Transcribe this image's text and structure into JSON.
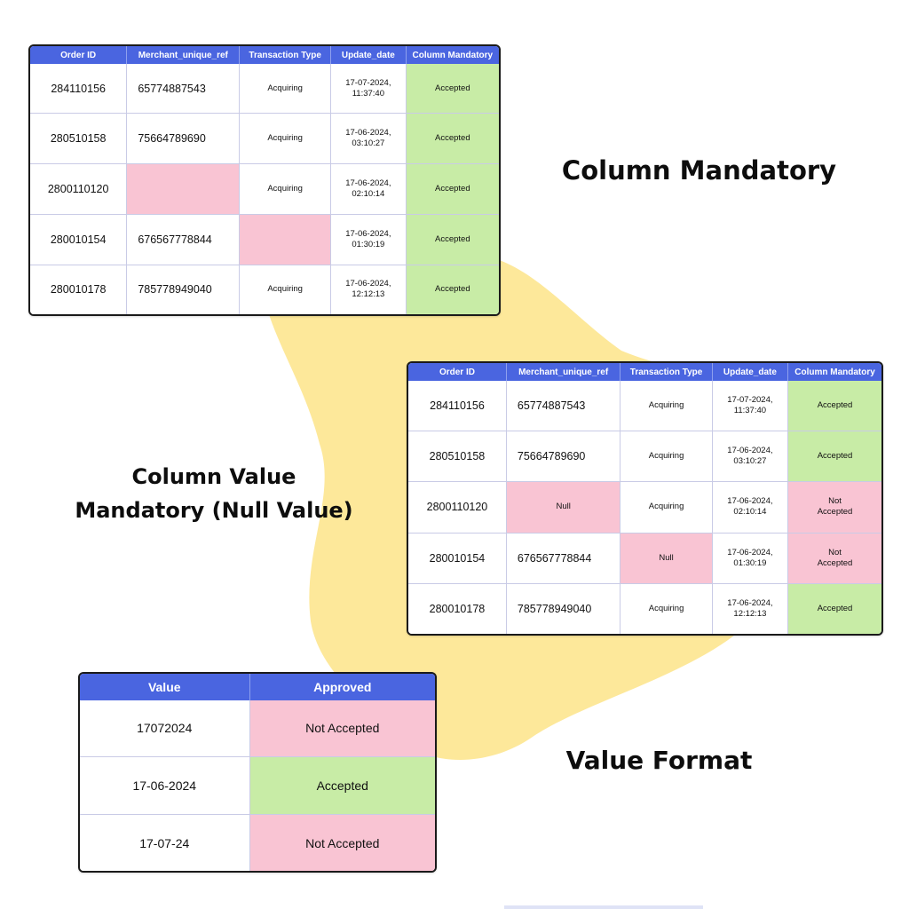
{
  "colors": {
    "header": "#4a65e0",
    "accepted": "#c8eca6",
    "rejected": "#f9c4d3",
    "blob": "#fde89a"
  },
  "headings": {
    "column_mandatory": "Column Mandatory",
    "null_value_line1": "Column Value",
    "null_value_line2": "Mandatory (Null Value)",
    "value_format": "Value Format"
  },
  "table1": {
    "headers": [
      "Order ID",
      "Merchant_unique_ref",
      "Transaction Type",
      "Update_date",
      "Column Mandatory"
    ],
    "rows": [
      {
        "order_id": "284110156",
        "ref": "65774887543",
        "type": "Acquiring",
        "date1": "17-07-2024,",
        "date2": "11:37:40",
        "status": "Accepted"
      },
      {
        "order_id": "280510158",
        "ref": "75664789690",
        "type": "Acquiring",
        "date1": "17-06-2024,",
        "date2": "03:10:27",
        "status": "Accepted"
      },
      {
        "order_id": "2800110120",
        "ref": "",
        "type": "Acquiring",
        "date1": "17-06-2024,",
        "date2": "02:10:14",
        "status": "Accepted"
      },
      {
        "order_id": "280010154",
        "ref": "676567778844",
        "type": "",
        "date1": "17-06-2024,",
        "date2": "01:30:19",
        "status": "Accepted"
      },
      {
        "order_id": "280010178",
        "ref": "785778949040",
        "type": "Acquiring",
        "date1": "17-06-2024,",
        "date2": "12:12:13",
        "status": "Accepted"
      }
    ]
  },
  "table2": {
    "headers": [
      "Order ID",
      "Merchant_unique_ref",
      "Transaction Type",
      "Update_date",
      "Column Mandatory"
    ],
    "rows": [
      {
        "order_id": "284110156",
        "ref": "65774887543",
        "type": "Acquiring",
        "date1": "17-07-2024,",
        "date2": "11:37:40",
        "status1": "Accepted",
        "status2": ""
      },
      {
        "order_id": "280510158",
        "ref": "75664789690",
        "type": "Acquiring",
        "date1": "17-06-2024,",
        "date2": "03:10:27",
        "status1": "Accepted",
        "status2": ""
      },
      {
        "order_id": "2800110120",
        "ref": "Null",
        "type": "Acquiring",
        "date1": "17-06-2024,",
        "date2": "02:10:14",
        "status1": "Not",
        "status2": "Accepted"
      },
      {
        "order_id": "280010154",
        "ref": "676567778844",
        "type": "Null",
        "date1": "17-06-2024,",
        "date2": "01:30:19",
        "status1": "Not",
        "status2": "Accepted"
      },
      {
        "order_id": "280010178",
        "ref": "785778949040",
        "type": "Acquiring",
        "date1": "17-06-2024,",
        "date2": "12:12:13",
        "status1": "Accepted",
        "status2": ""
      }
    ]
  },
  "table3": {
    "headers": [
      "Value",
      "Approved"
    ],
    "rows": [
      {
        "value": "17072024",
        "approved": "Not Accepted"
      },
      {
        "value": "17-06-2024",
        "approved": "Accepted"
      },
      {
        "value": "17-07-24",
        "approved": "Not Accepted"
      }
    ]
  }
}
